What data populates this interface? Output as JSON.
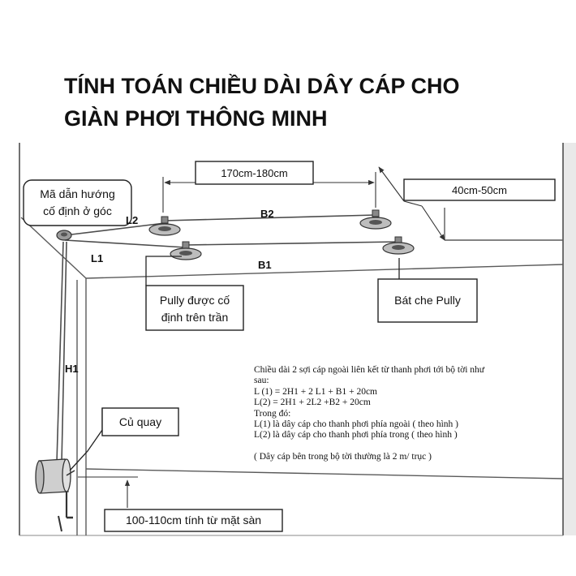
{
  "title": {
    "line1": "TÍNH TOÁN CHIỀU DÀI DÂY CÁP CHO",
    "line2": "GIÀN PHƠI THÔNG MINH"
  },
  "labels": {
    "corner_guide_line1": "Mã dẫn hướng",
    "corner_guide_line2": "cố định ở góc",
    "dim_top": "170cm-180cm",
    "dim_right": "40cm-50cm",
    "pulley_fixed_line1": "Pully được cố",
    "pulley_fixed_line2": "định trên trần",
    "pulley_cover": "Bát che Pully",
    "crank": "Củ quay",
    "height_from_floor": "100-110cm tính từ mặt sàn",
    "L1": "L1",
    "L2": "L2",
    "B1": "B1",
    "B2": "B2",
    "H1": "H1"
  },
  "note": {
    "line1": "Chiều dài 2 sợi cáp ngoài liên kết từ thanh phơi tới bộ tời như",
    "line2": "sau:",
    "line3": "L (1) = 2H1 + 2 L1 + B1 + 20cm",
    "line4": "L(2)  = 2H1 + 2L2 +B2 + 20cm",
    "line5": "Trong đó:",
    "line6": " L(1) là dây cáp cho thanh phơi phía ngoài ( theo hình )",
    "line7": " L(2) là dây cáp cho thanh phơi phía trong ( theo hình )",
    "line8": "( Dây cáp bên trong bộ tời thường là 2 m/ trục )"
  },
  "colors": {
    "line": "#555555",
    "text": "#111111",
    "wall_shade": "#d6d6d6"
  }
}
